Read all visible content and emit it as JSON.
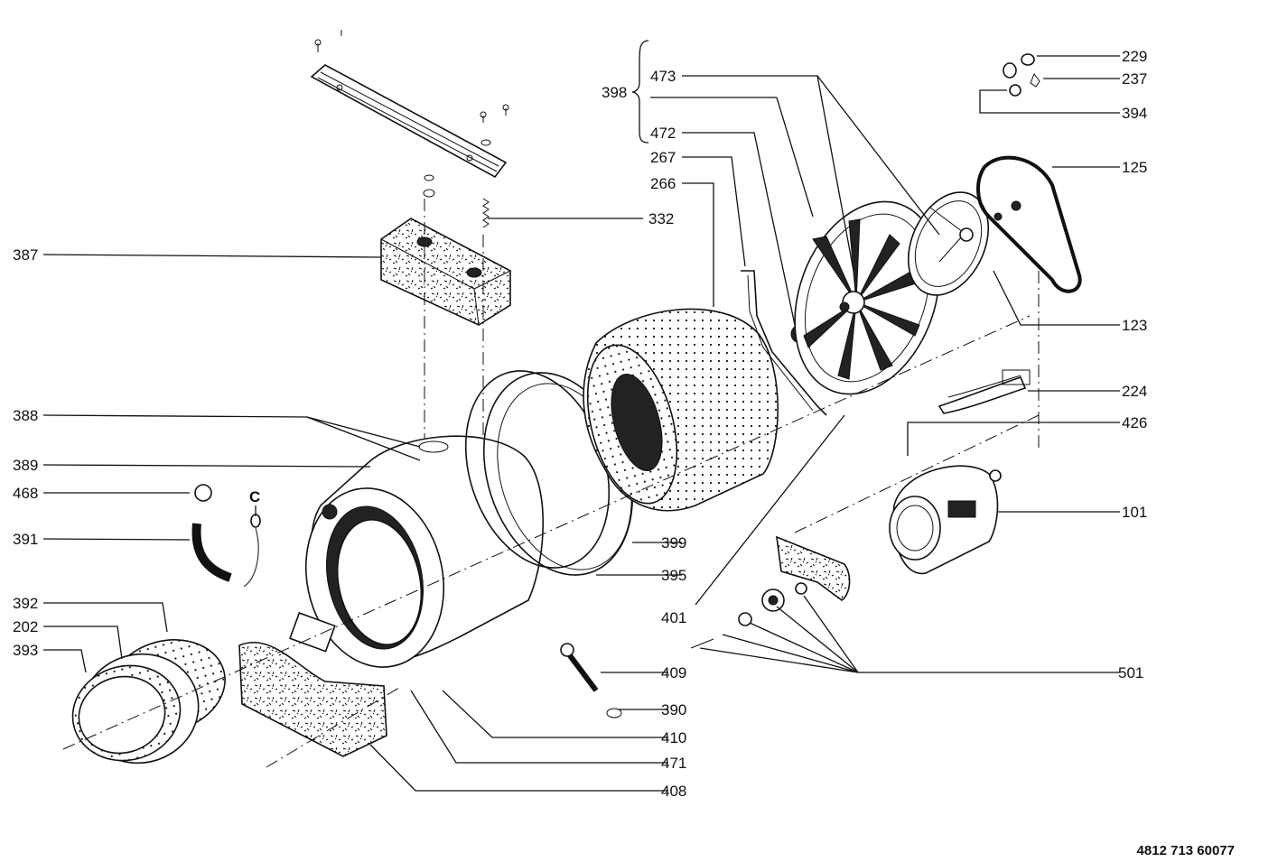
{
  "document_number": "4812 713 60077",
  "callouts": [
    "387",
    "388",
    "389",
    "468",
    "391",
    "392",
    "202",
    "393",
    "332",
    "398",
    "473",
    "472",
    "267",
    "266",
    "229",
    "237",
    "394",
    "125",
    "123",
    "224",
    "426",
    "101",
    "399",
    "395",
    "401",
    "409",
    "390",
    "410",
    "471",
    "408",
    "501"
  ],
  "connector_label": "C",
  "colors": {
    "ink": "#111111",
    "paper": "#ffffff"
  }
}
